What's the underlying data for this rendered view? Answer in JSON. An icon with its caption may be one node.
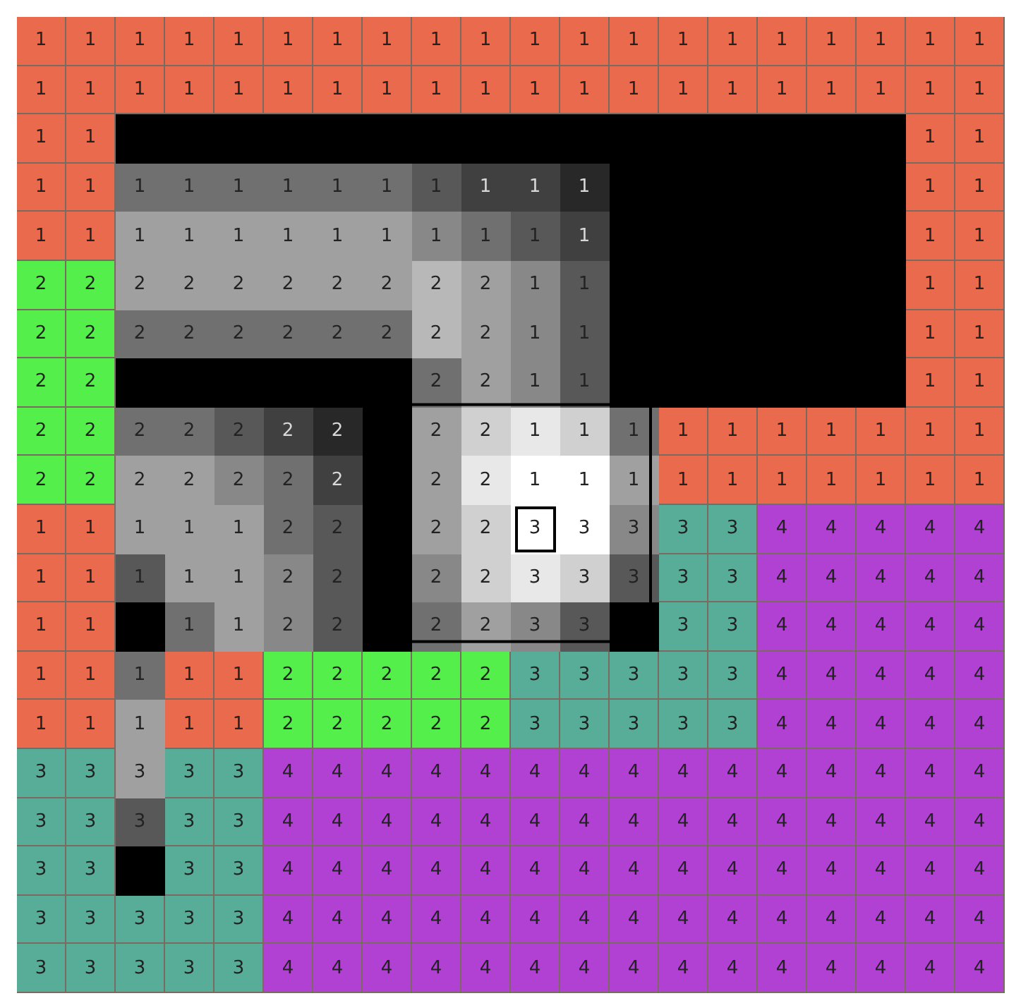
{
  "diagram": {
    "labels": [
      "1",
      "1",
      "1",
      "1",
      "1",
      "1",
      "1",
      "1",
      "1",
      "1",
      "1",
      "1",
      "1",
      "1",
      "1",
      "1",
      "1",
      "1",
      "1",
      "1",
      "1",
      "1",
      "1",
      "1",
      "1",
      "1",
      "1",
      "1",
      "1",
      "1",
      "1",
      "1",
      "1",
      "1",
      "1",
      "1",
      "1",
      "1",
      "1",
      "1",
      "1",
      "1",
      "1",
      "1",
      "1",
      "1",
      "1",
      "1",
      "1",
      "1",
      "1",
      "1",
      "1",
      "1",
      "1",
      "1",
      "1",
      "1",
      "1",
      "1",
      "1",
      "1",
      "1",
      "1",
      "1",
      "1",
      "1",
      "1",
      "1",
      "1",
      "1",
      "1",
      "2",
      "2",
      "2",
      "2",
      "2",
      "2",
      "2",
      "2",
      "2",
      "2",
      "1",
      "1",
      "1",
      "1",
      "2",
      "2",
      "2",
      "2",
      "2",
      "2",
      "2",
      "2",
      "2",
      "2",
      "1",
      "1",
      "1",
      "1",
      "2",
      "2",
      "2",
      "2",
      "1",
      "1",
      "1",
      "1",
      "2",
      "2",
      "2",
      "2",
      "2",
      "2",
      "2",
      "2",
      "2",
      "1",
      "1",
      "1",
      "1",
      "1",
      "1",
      "1",
      "1",
      "1",
      "1",
      "2",
      "2",
      "2",
      "2",
      "2",
      "2",
      "2",
      "2",
      "2",
      "1",
      "1",
      "1",
      "1",
      "1",
      "1",
      "1",
      "1",
      "1",
      "1",
      "1",
      "1",
      "1",
      "1",
      "1",
      "2",
      "2",
      "2",
      "2",
      "3",
      "3",
      "3",
      "3",
      "3",
      "4",
      "4",
      "4",
      "4",
      "4",
      "1",
      "1",
      "1",
      "1",
      "1",
      "2",
      "2",
      "2",
      "2",
      "3",
      "3",
      "3",
      "3",
      "3",
      "4",
      "4",
      "4",
      "4",
      "4",
      "1",
      "1",
      "1",
      "1",
      "2",
      "2",
      "2",
      "2",
      "3",
      "3",
      "3",
      "3",
      "4",
      "4",
      "4",
      "4",
      "4",
      "1",
      "1",
      "1",
      "1",
      "1",
      "2",
      "2",
      "2",
      "2",
      "2",
      "3",
      "3",
      "3",
      "3",
      "3",
      "4",
      "4",
      "4",
      "4",
      "4",
      "1",
      "1",
      "1",
      "1",
      "1",
      "2",
      "2",
      "2",
      "2",
      "2",
      "3",
      "3",
      "3",
      "3",
      "3",
      "4",
      "4",
      "4",
      "4",
      "4",
      "3",
      "3",
      "3",
      "3",
      "3",
      "4",
      "4",
      "4",
      "4",
      "4",
      "4",
      "4",
      "4",
      "4",
      "4",
      "4",
      "4",
      "4",
      "4",
      "4",
      "3",
      "3",
      "3",
      "3",
      "3",
      "4",
      "4",
      "4",
      "4",
      "4",
      "4",
      "4",
      "4",
      "4",
      "4",
      "4",
      "4",
      "4",
      "4",
      "4",
      "3",
      "3",
      "3",
      "3",
      "4",
      "4",
      "4",
      "4",
      "4",
      "4",
      "4",
      "4",
      "4",
      "4",
      "4",
      "4",
      "4",
      "4",
      "4",
      "3",
      "3",
      "3",
      "3",
      "3",
      "4",
      "4",
      "4",
      "4",
      "4",
      "4",
      "4",
      "4",
      "4",
      "4",
      "4",
      "4",
      "4",
      "4",
      "4",
      "3",
      "3",
      "3",
      "3",
      "3",
      "4",
      "4",
      "4",
      "4",
      "4",
      "4",
      "4",
      "4",
      "4",
      "4",
      "4",
      "4",
      "4",
      "4",
      "4"
    ]
  }
}
